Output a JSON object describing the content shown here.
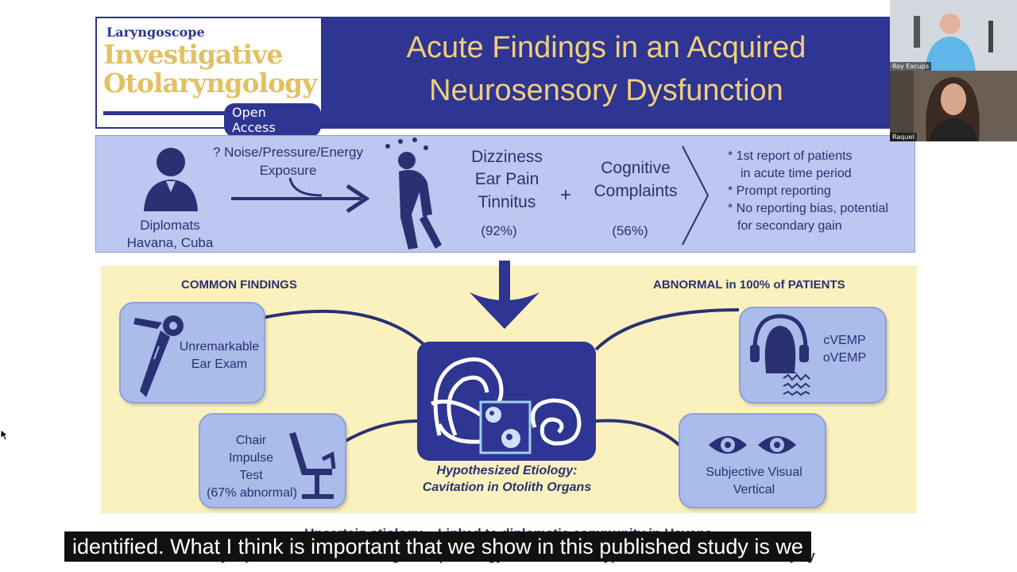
{
  "journal": {
    "publisher": "Laryngoscope",
    "line1": "Investigative",
    "line2": "Otolaryngology",
    "badge": "Open Access"
  },
  "slide": {
    "title_line1": "Acute Findings in an Acquired",
    "title_line2": "Neurosensory Dysfunction"
  },
  "top_band": {
    "patient_line1": "Diplomats",
    "patient_line2": "Havana, Cuba",
    "exposure_line1": "? Noise/Pressure/Energy",
    "exposure_line2": "Exposure",
    "symptoms": [
      "Dizziness",
      "Ear Pain",
      "Tinnitus"
    ],
    "symptoms_pct": "(92%)",
    "plus": "+",
    "cognitive_line1": "Cognitive",
    "cognitive_line2": "Complaints",
    "cognitive_pct": "(56%)",
    "bullets": [
      "* 1st report of patients",
      "  in acute time period",
      "* Prompt reporting",
      "* No reporting bias, potential",
      "  for secondary gain"
    ]
  },
  "findings": {
    "common_heading": "COMMON FINDINGS",
    "abnormal_heading": "ABNORMAL in 100% of PATIENTS",
    "ear_exam_line1": "Unremarkable",
    "ear_exam_line2": "Ear Exam",
    "chair_line1": "Chair",
    "chair_line2": "Impulse",
    "chair_line3": "Test",
    "chair_line4": "(67% abnormal)",
    "vemp_line1": "cVEMP",
    "vemp_line2": "oVEMP",
    "svv_line1": "Subjective Visual",
    "svv_line2": "Vertical",
    "etiology_line1": "Hypothesized Etiology:",
    "etiology_line2": "Cavitation in Otolith Organs"
  },
  "bottom": {
    "line1": "Uncertain etiology ~ Linked to diplomatic community in Havana",
    "line2": "May represent a vestibular/cognitive pathology different from typical mild traumatic brain injury"
  },
  "caption": "identified. What I think is important that we show in this published study is we",
  "participants": [
    {
      "name": "Roy Eacups"
    },
    {
      "name": "Raquel"
    }
  ],
  "colors": {
    "navy": "#2e3592",
    "gold": "#f1cf7b",
    "band_blue": "#bcc8ef",
    "card_blue": "#a9bcea",
    "yellow": "#fbf1be"
  }
}
